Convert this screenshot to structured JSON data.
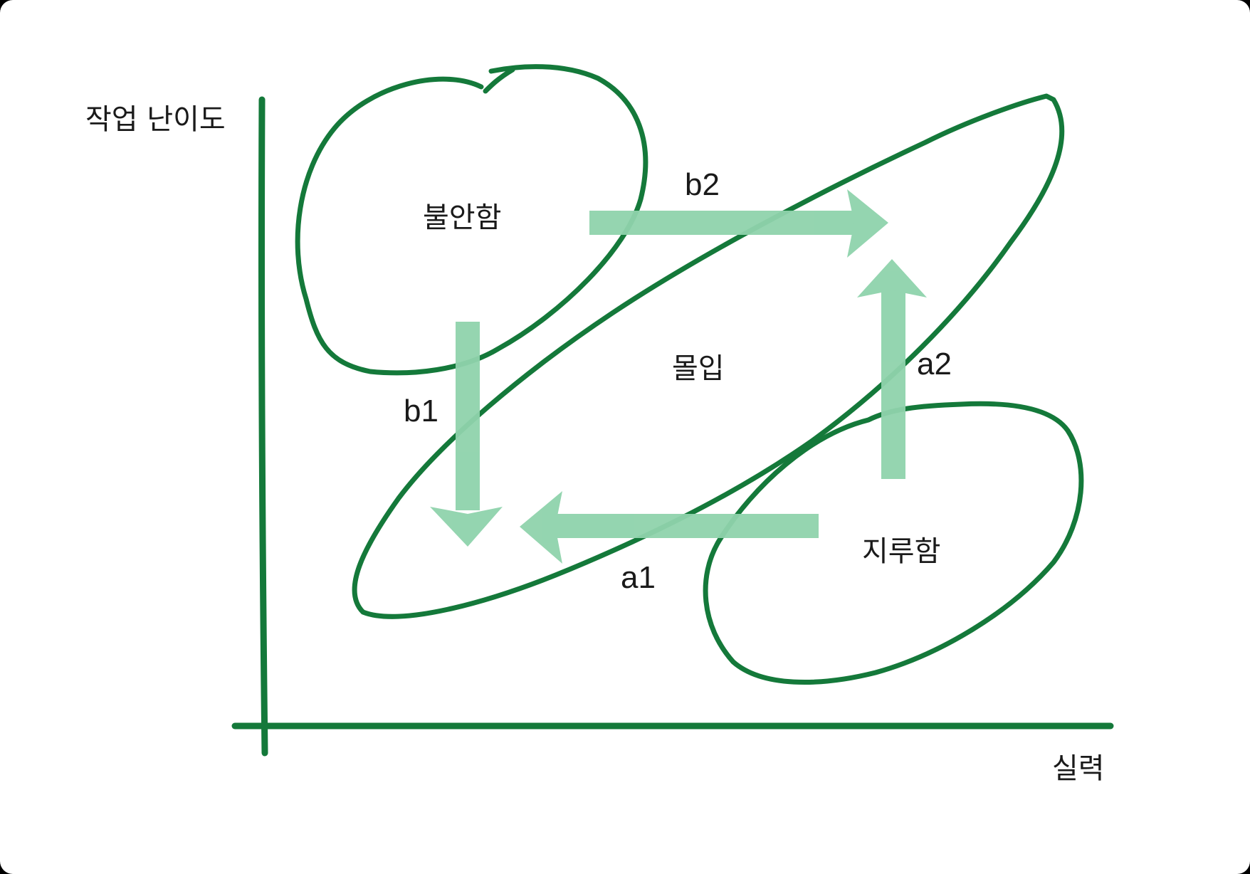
{
  "axes": {
    "y_label": "작업 난이도",
    "x_label": "실력"
  },
  "zones": {
    "anxiety": "불안함",
    "flow": "몰입",
    "boredom": "지루함"
  },
  "moves": {
    "b2": "b2",
    "b1": "b1",
    "a2": "a2",
    "a1": "a1"
  },
  "colors": {
    "outline": "#14793a",
    "arrow": "#8fd3ac",
    "text": "#1a1a1a",
    "paper": "#ffffff"
  }
}
